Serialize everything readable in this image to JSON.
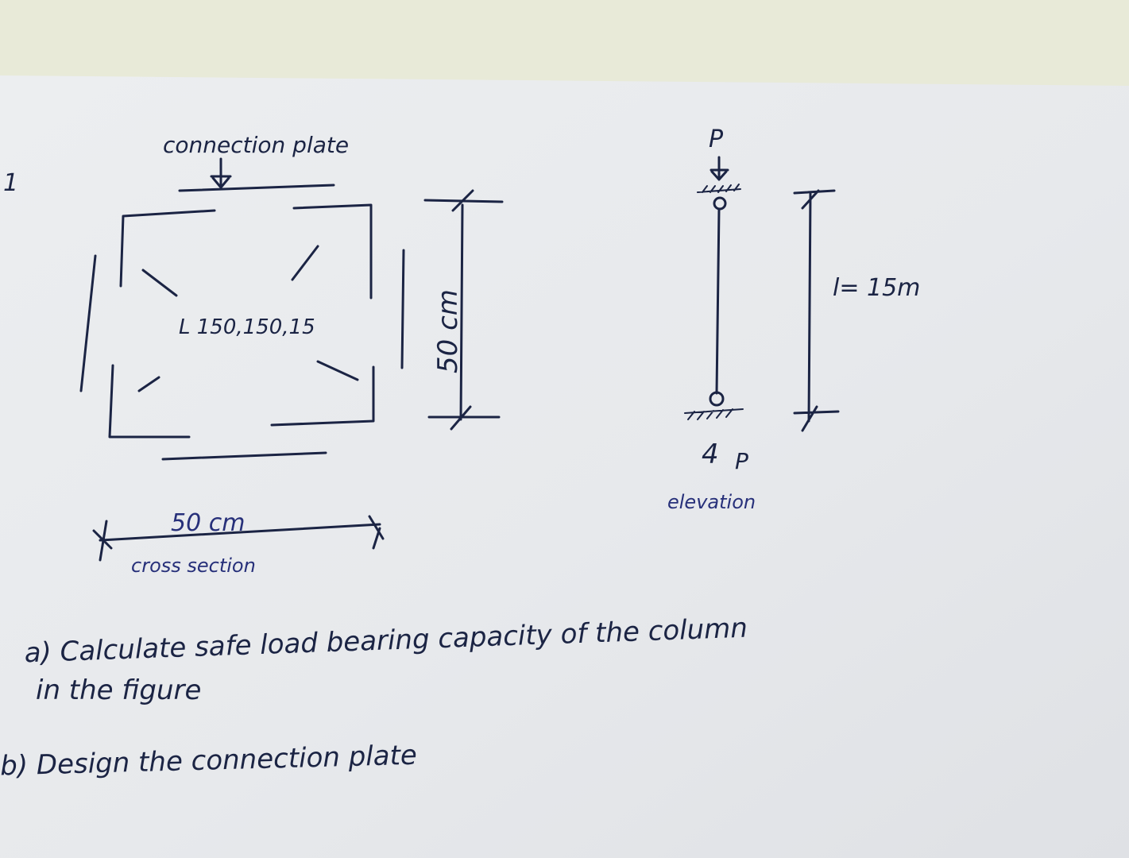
{
  "sheet": {
    "colors": {
      "background": "#e9ebdc",
      "paper": "#ecedef",
      "ink": "#1b2444",
      "blue_ink": "#27307a"
    }
  },
  "cross_section": {
    "connection_plate_label": "connection plate",
    "angle_label": "L 150,150,15",
    "height_label": "50 cm",
    "width_label": "50 cm",
    "caption": "cross section"
  },
  "elevation": {
    "load_top": "P",
    "load_bottom": "P",
    "length_label": "l= 15m",
    "caption": "elevation"
  },
  "questions": {
    "a_line1": "a) Calculate safe load bearing capacity of the column",
    "a_line2": "in the figure",
    "b_line1": "b) Design the connection plate"
  },
  "margin_mark": "1"
}
